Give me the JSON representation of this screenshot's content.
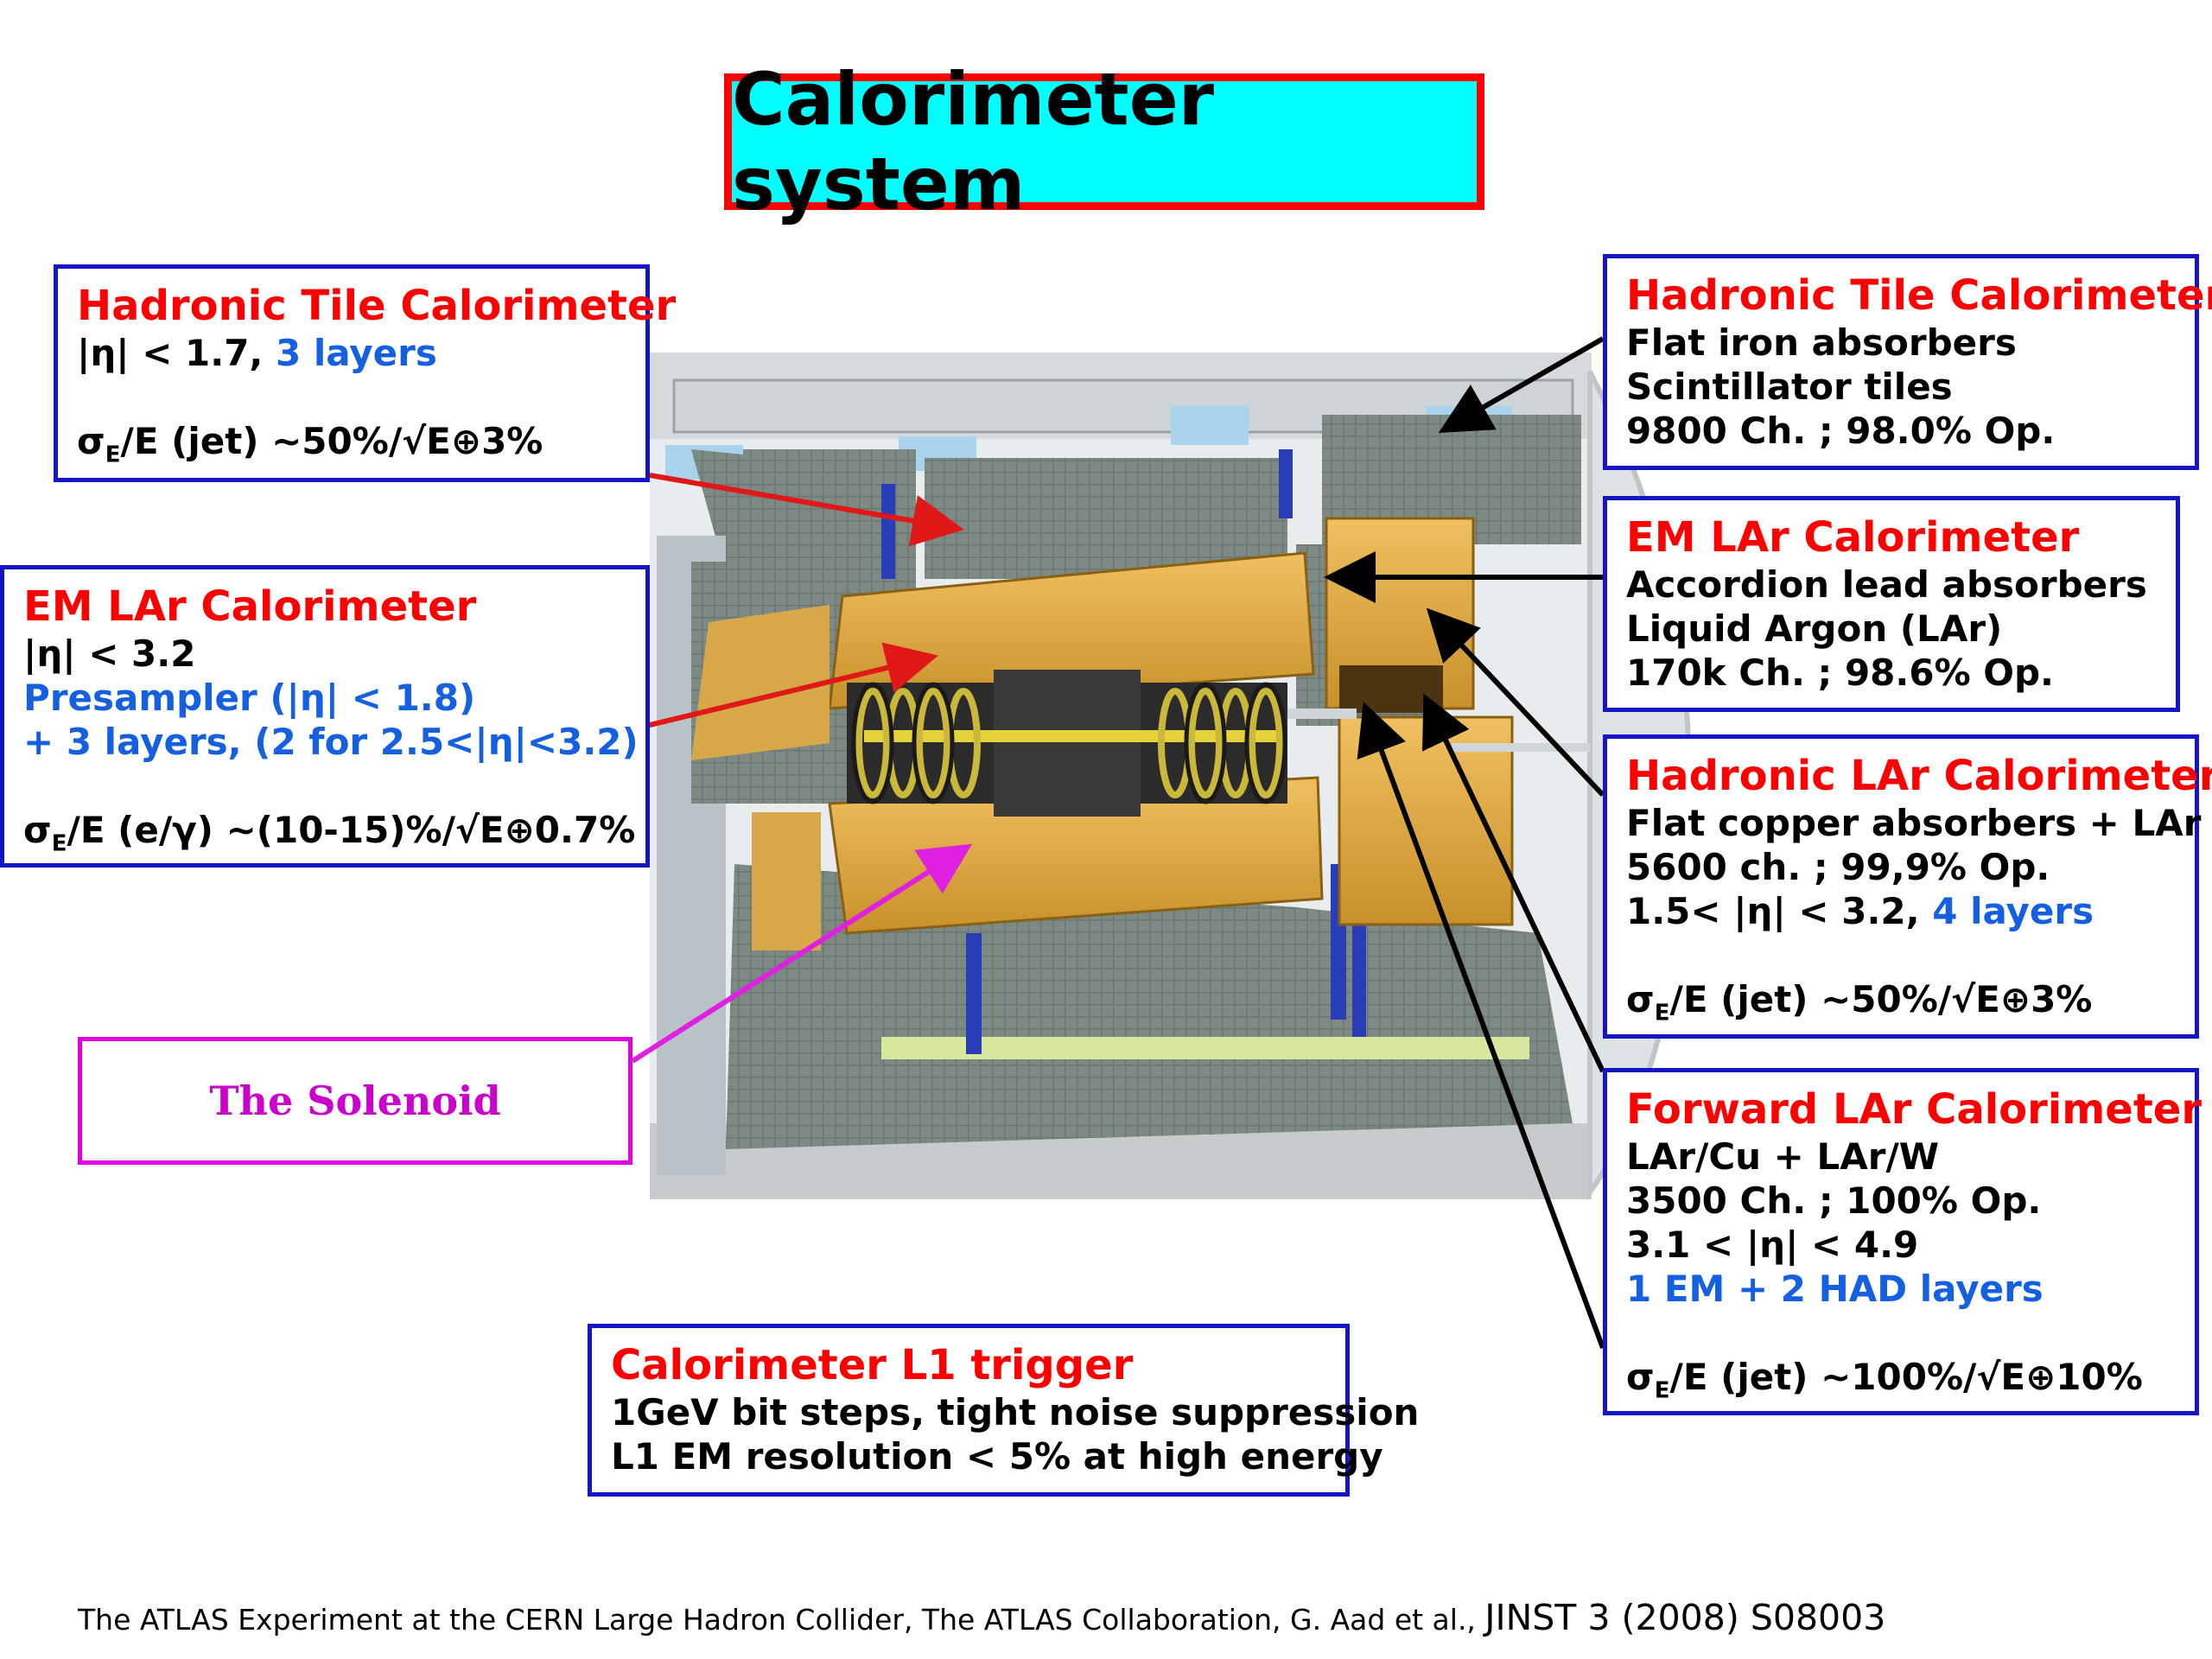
{
  "title": "Calorimeter system",
  "boxes": {
    "tile_left": {
      "heading": "Hadronic Tile Calorimeter",
      "line1a": "|η| < 1.7, ",
      "line1b": "3 layers",
      "res_sigma": "σ",
      "res_sub": "E",
      "res_rest": "/E (jet) ~50%/√E⊕3%"
    },
    "em_left": {
      "heading": "EM LAr Calorimeter",
      "line1": "|η| < 3.2",
      "line2": "Presampler (|η| < 1.8)",
      "line3": "+ 3 layers, (2 for 2.5<|η|<3.2)",
      "res_sigma": "σ",
      "res_sub": "E",
      "res_rest": "/E (e/γ) ~(10-15)%/√E⊕0.7%"
    },
    "tile_right": {
      "heading": "Hadronic Tile Calorimeter",
      "line1": "Flat iron absorbers",
      "line2": "Scintillator tiles",
      "line3": "9800 Ch. ; 98.0% Op."
    },
    "em_right": {
      "heading": "EM LAr Calorimeter",
      "line1": "Accordion lead absorbers",
      "line2": "Liquid Argon (LAr)",
      "line3": "170k Ch. ; 98.6% Op."
    },
    "hadlar": {
      "heading": "Hadronic LAr Calorimeter",
      "line1": "Flat copper absorbers + LAr",
      "line2": "5600 ch. ; 99,9% Op.",
      "line3a": "1.5< |η| < 3.2, ",
      "line3b": "4 layers",
      "res_sigma": "σ",
      "res_sub": "E",
      "res_rest": "/E (jet) ~50%/√E⊕3%"
    },
    "fwd": {
      "heading": "Forward LAr Calorimeter",
      "line1": "LAr/Cu + LAr/W",
      "line2": "3500 Ch. ;  100% Op.",
      "line3": "3.1 < |η| < 4.9",
      "line4": "1 EM + 2 HAD layers",
      "res_sigma": "σ",
      "res_sub": "E",
      "res_rest": "/E (jet) ~100%/√E⊕10%"
    },
    "trigger": {
      "heading": "Calorimeter L1 trigger",
      "line1": "1GeV bit steps, tight noise suppression",
      "line2": "L1 EM resolution < 5% at high energy"
    }
  },
  "solenoid_label": "The Solenoid",
  "footer": {
    "text": "The ATLAS Experiment at the CERN Large Hadron Collider, The ATLAS Collaboration, G. Aad et al., ",
    "ref": "JINST 3 (2008) S08003"
  },
  "colors": {
    "heading": "#ff0000",
    "accent_blue": "#1560e0",
    "box_border": "#1414c8",
    "title_bg": "#00ffff",
    "solenoid": "#cc00cc"
  }
}
